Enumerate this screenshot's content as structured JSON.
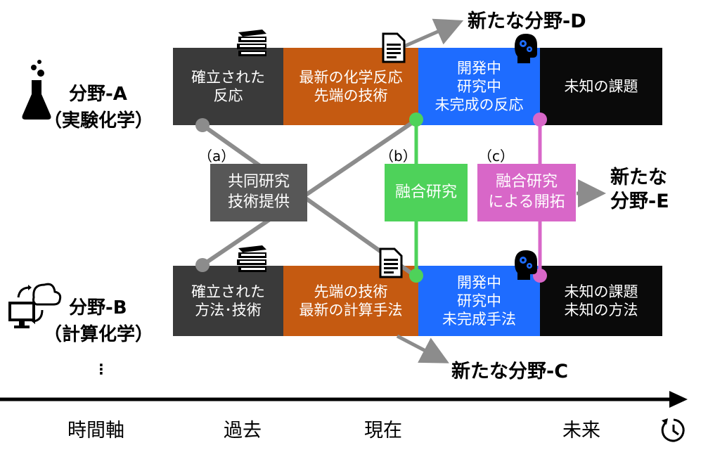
{
  "field_a": {
    "name": "分野-A",
    "sub": "（実験化学）"
  },
  "field_b": {
    "name": "分野-B",
    "sub": "（計算化学）"
  },
  "ellipsis": "⋮",
  "lane_a": {
    "established": "確立された\n反応",
    "recent": "最新の化学反応\n先端の技術",
    "developing": "開発中\n研究中\n未完成の反応",
    "unknown": "未知の課題"
  },
  "lane_b": {
    "established": "確立された\n方法･技術",
    "recent": "先端の技術\n最新の計算手法",
    "developing": "開発中\n研究中\n未完成手法",
    "unknown": "未知の課題\n未知の方法"
  },
  "boxes": {
    "collab": "共同研究\n技術提供",
    "fusion": "融合研究",
    "pioneer": "融合研究\nによる開拓"
  },
  "tags": {
    "a": "（a）",
    "b": "（b）",
    "c": "（c）"
  },
  "new_fields": {
    "d": "新たな分野-D",
    "e": "新たな\n分野-E",
    "c": "新たな分野-C"
  },
  "timeline": {
    "axis": "時間軸",
    "past": "過去",
    "present": "現在",
    "future": "未来"
  },
  "colors": {
    "established": "#3a3a3a",
    "recent": "#c55a11",
    "developing": "#1e6cff",
    "unknown": "#0a0a0a",
    "connector_grey": "#8c8c8c",
    "fusion_green": "#4ed25a",
    "pioneer_pink": "#d867c8"
  },
  "icons": [
    "flask-icon",
    "cloud-computer-icon",
    "books-icon",
    "document-icon",
    "head-gears-icon",
    "clock-icon"
  ]
}
